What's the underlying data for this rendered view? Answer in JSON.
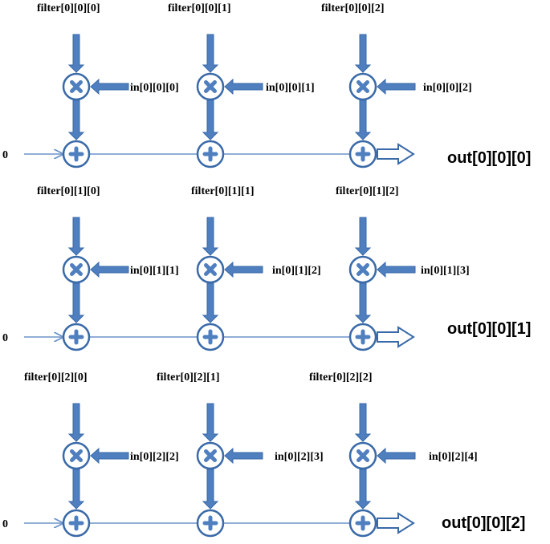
{
  "colors": {
    "node_fill": "#4f7fbf",
    "node_stroke": "#3a6aa8",
    "line": "#6d94c9",
    "text": "#000000"
  },
  "rows": [
    {
      "init": "0",
      "output": "out[0][0][0]",
      "cells": [
        {
          "filter": "filter[0][0][0]",
          "input": "in[0][0][0]"
        },
        {
          "filter": "filter[0][0][1]",
          "input": "in[0][0][1]"
        },
        {
          "filter": "filter[0][0][2]",
          "input": "in[0][0][2]"
        }
      ]
    },
    {
      "init": "0",
      "output": "out[0][0][1]",
      "cells": [
        {
          "filter": "filter[0][1][0]",
          "input": "in[0][1][1]"
        },
        {
          "filter": "filter[0][1][1]",
          "input": "in[0][1][2]"
        },
        {
          "filter": "filter[0][1][2]",
          "input": "in[0][1][3]"
        }
      ]
    },
    {
      "init": "0",
      "output": "out[0][0][2]",
      "cells": [
        {
          "filter": "filter[0][2][0]",
          "input": "in[0][2][2]"
        },
        {
          "filter": "filter[0][2][1]",
          "input": "in[0][2][3]"
        },
        {
          "filter": "filter[0][2][2]",
          "input": "in[0][2][4]"
        }
      ]
    }
  ]
}
